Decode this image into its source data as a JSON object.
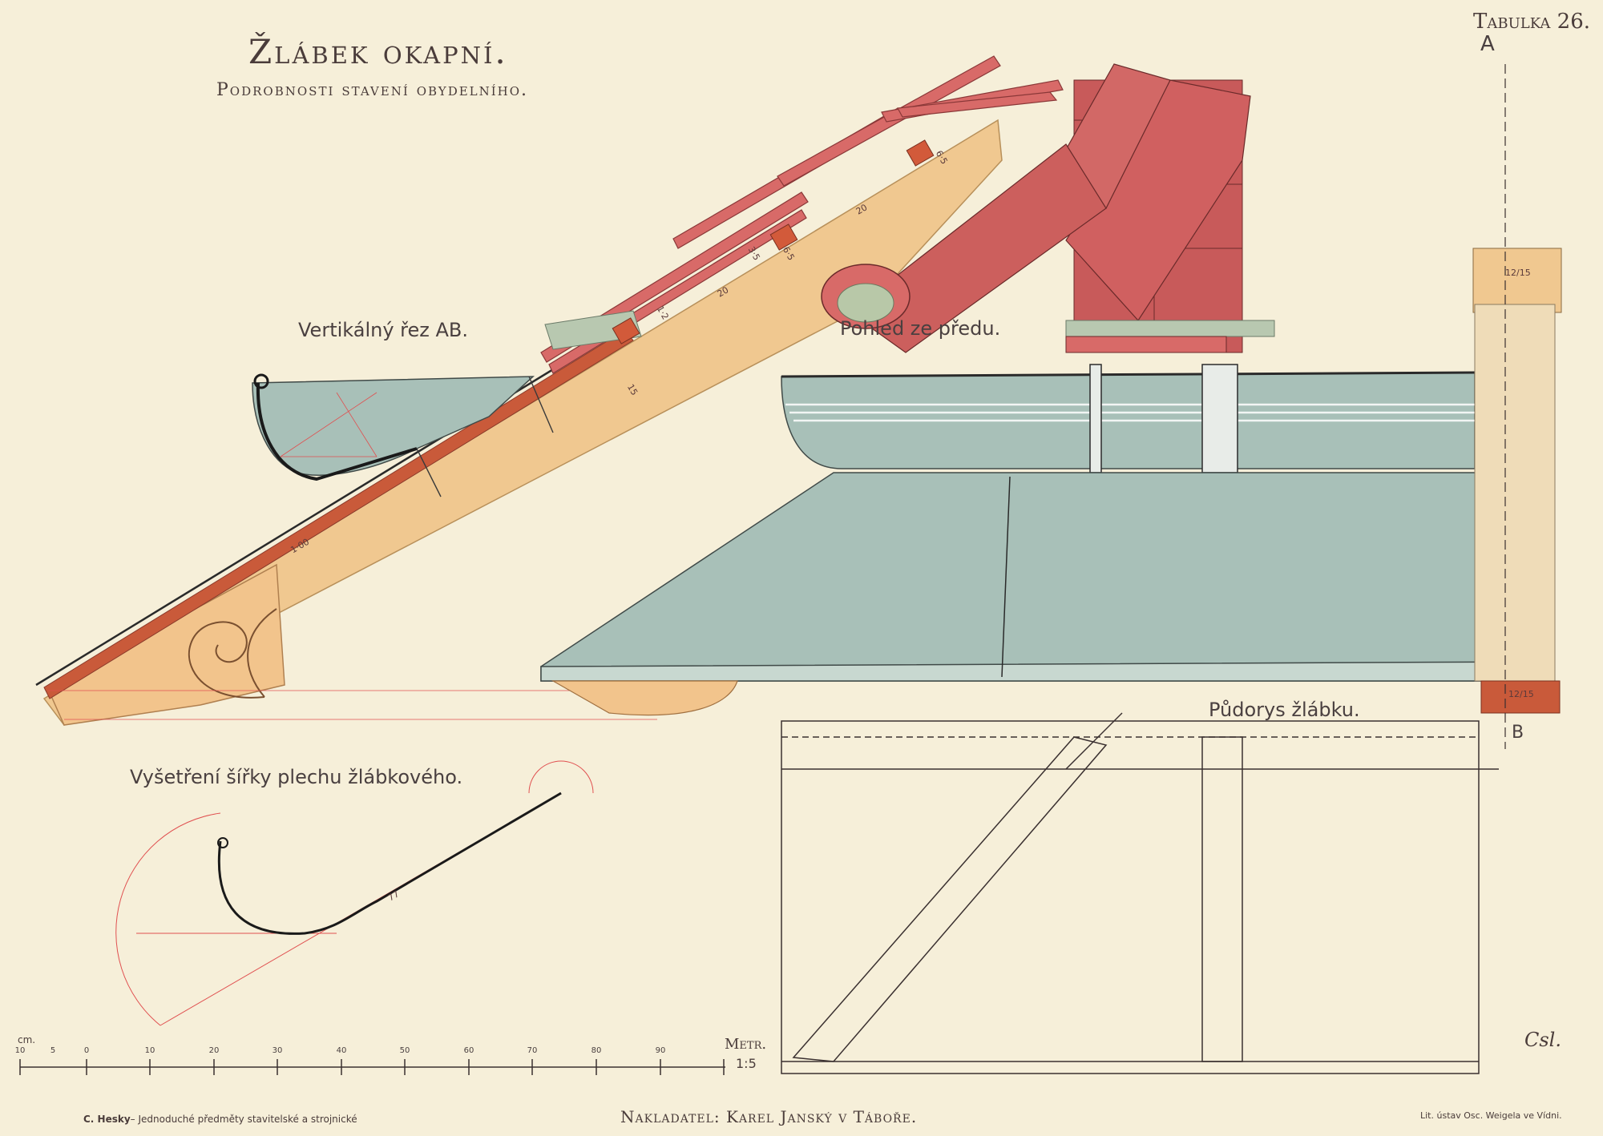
{
  "plate": {
    "title": "Žlábek okapní.",
    "subtitle": "Podrobnosti stavení obydelního.",
    "table_number": "Tabulka 26.",
    "section_mark_a": "A",
    "section_mark_b": "B"
  },
  "views": {
    "vertical_section": "Vertikálný řez AB.",
    "front_view": "Pohled ze předu.",
    "plan": "Půdorys žlábku.",
    "sheet_width": "Vyšetření šířky plechu žlábkového."
  },
  "dimensions": {
    "d20a": "20",
    "d20b": "20",
    "d15": "15",
    "d100": "1·00",
    "d35": "3·5",
    "d65a": "6·5",
    "d65b": "6·5",
    "d12": "1·2",
    "d77": "77",
    "beam_top": "12/15",
    "beam_bottom": "12/15"
  },
  "scale": {
    "unit": "cm.",
    "ticks": [
      "10",
      "5",
      "0",
      "10",
      "20",
      "30",
      "40",
      "50",
      "60",
      "70",
      "80",
      "90"
    ],
    "metr_label": "Metr.",
    "ratio": "1:5"
  },
  "footer": {
    "author": "C. Hesky",
    "series": "– Jednoduché předměty stavitelské a strojnické",
    "publisher": "Nakladatel: Karel Janský v Táboře.",
    "printer": "Lit. ústav Osc. Weigela ve Vídni."
  },
  "signature": "Csl.",
  "colors": {
    "paper": "#f6efd9",
    "tile_red": "#c8585a",
    "wood": "#f0c890",
    "zinc": "#a8c0b8",
    "line": "#3a3030",
    "construction_red": "#e04040"
  }
}
